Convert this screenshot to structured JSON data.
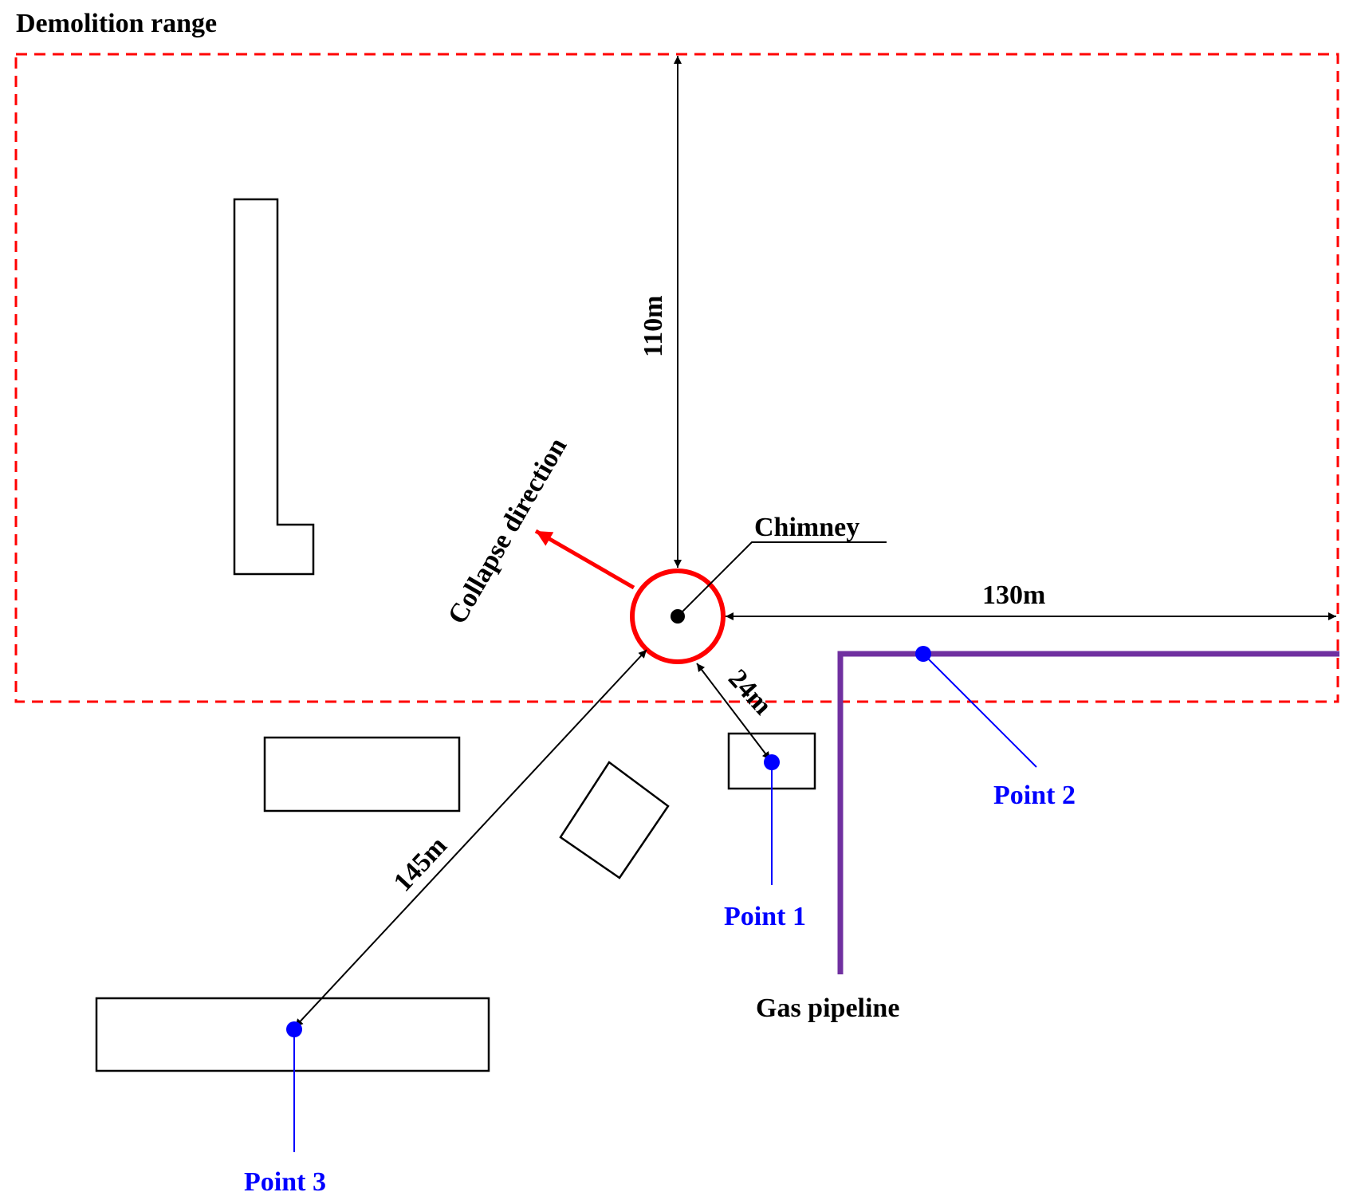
{
  "title": "Demolition range",
  "labels": {
    "chimney": "Chimney",
    "collapse_direction": "Collapse direction",
    "gas_pipeline": "Gas pipeline"
  },
  "distances": {
    "north": "110m",
    "east": "130m",
    "to_point_1": "24m",
    "to_point_3": "145m"
  },
  "points": {
    "point_1": "Point 1",
    "point_2": "Point 2",
    "point_3": "Point 3"
  },
  "colors": {
    "demolition_boundary": "#ff0000",
    "chimney_ring": "#ff0000",
    "collapse_arrow": "#ff0000",
    "gas_pipeline": "#7030a0",
    "measuring_points": "#0000ff",
    "buildings": "#000000"
  }
}
